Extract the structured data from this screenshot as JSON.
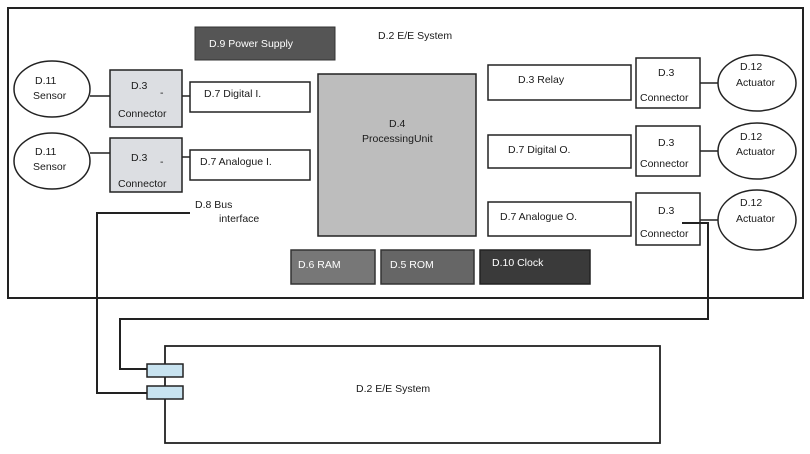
{
  "system": {
    "title": "D.2 E/E  System",
    "external_title": "D.2 E/E  System",
    "power_supply": "D.9 Power  Supply",
    "processing_unit": {
      "line1": "D.4",
      "line2": "ProcessingUnit"
    },
    "ram": "D.6 RAM",
    "rom": "D.5 ROM",
    "clock": "D.10 Clock",
    "bus_interface": {
      "line1": "D.8  Bus",
      "line2": "interface"
    }
  },
  "sensors": [
    {
      "line1": "D.11",
      "line2": "Sensor"
    },
    {
      "line1": "D.11",
      "line2": "Sensor"
    }
  ],
  "input_connectors": [
    {
      "line1": "D.3",
      "dash": "-",
      "line2": "Connector"
    },
    {
      "line1": "D.3",
      "dash": "-",
      "line2": "Connector"
    }
  ],
  "inputs": [
    "D.7 Digital   I.",
    "D.7  Analogue  I."
  ],
  "outputs": [
    "D.3  Relay",
    "D.7  Digital   O.",
    "D.7 Analogue O."
  ],
  "output_connectors": [
    {
      "line1": "D.3",
      "line2": "Connector"
    },
    {
      "line1": "D.3",
      "line2": "Connector"
    },
    {
      "line1": "D.3",
      "line2": "Connector"
    }
  ],
  "actuators": [
    {
      "line1": "D.12",
      "line2": "Actuator"
    },
    {
      "line1": "D.12",
      "line2": "Actuator"
    },
    {
      "line1": "D.12",
      "line2": "Actuator"
    }
  ]
}
